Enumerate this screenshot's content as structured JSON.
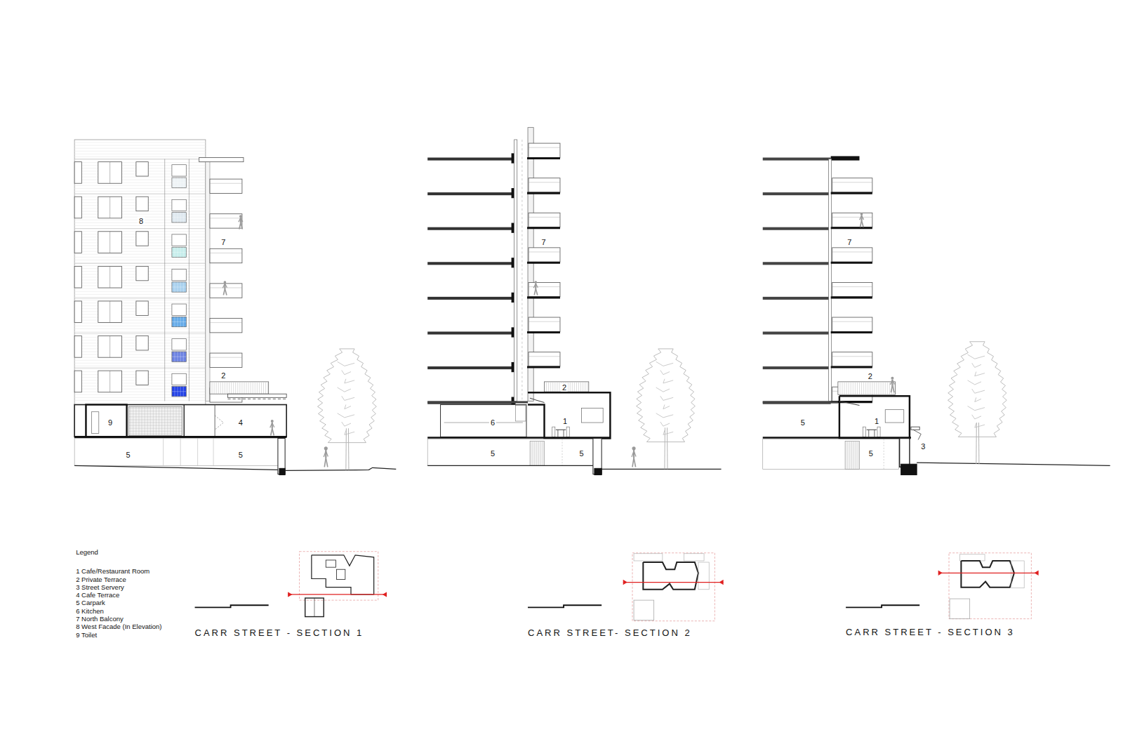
{
  "diagram": {
    "labels": [
      "8",
      "7",
      "2",
      "9",
      "4",
      "5",
      "5",
      "7",
      "2",
      "6",
      "1",
      "5",
      "5",
      "7",
      "2",
      "5",
      "1",
      "5",
      "3",
      "Legend",
      "CARR STREET - SECTION 1",
      "CARR STREET- SECTION 2",
      "CARR STREET - SECTION 3"
    ],
    "legend": [
      {
        "text": "1 Cafe/Restaurant Room"
      },
      {
        "text": "2 Private Terrace"
      },
      {
        "text": "3 Street Servery"
      },
      {
        "text": "4 Cafe Terrace"
      },
      {
        "text": "5 Carpark"
      },
      {
        "text": "6 Kitchen"
      },
      {
        "text": "7 North Balcony"
      },
      {
        "text": "8 West Facade (In Elevation)"
      },
      {
        "text": "9 Toilet"
      }
    ]
  }
}
